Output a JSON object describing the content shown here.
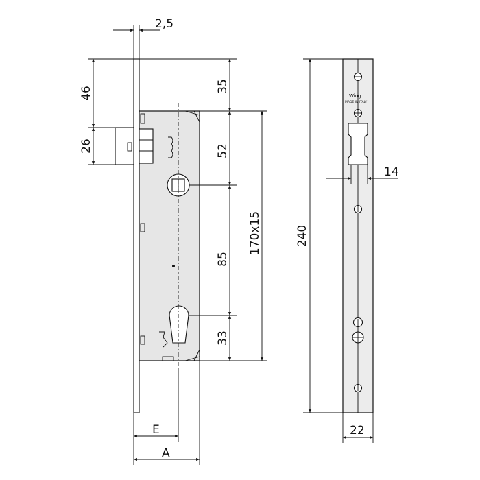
{
  "dimensions": {
    "backset_thickness": "2,5",
    "top_to_latch": "46",
    "latch_height": "26",
    "top_to_handle": "35",
    "latch_to_handle": "52",
    "handle_to_cylinder": "85",
    "cylinder_to_bottom": "33",
    "fixing_centers": "170x15",
    "faceplate_length": "240",
    "case_thickness": "14",
    "faceplate_width": "22",
    "backset_e": "E",
    "backset_a": "A"
  },
  "brand": {
    "logo": "Wing",
    "made_in": "MADE IN ITALY"
  },
  "colors": {
    "line": "#111111",
    "body": "#e6e6e6",
    "background": "#ffffff"
  }
}
